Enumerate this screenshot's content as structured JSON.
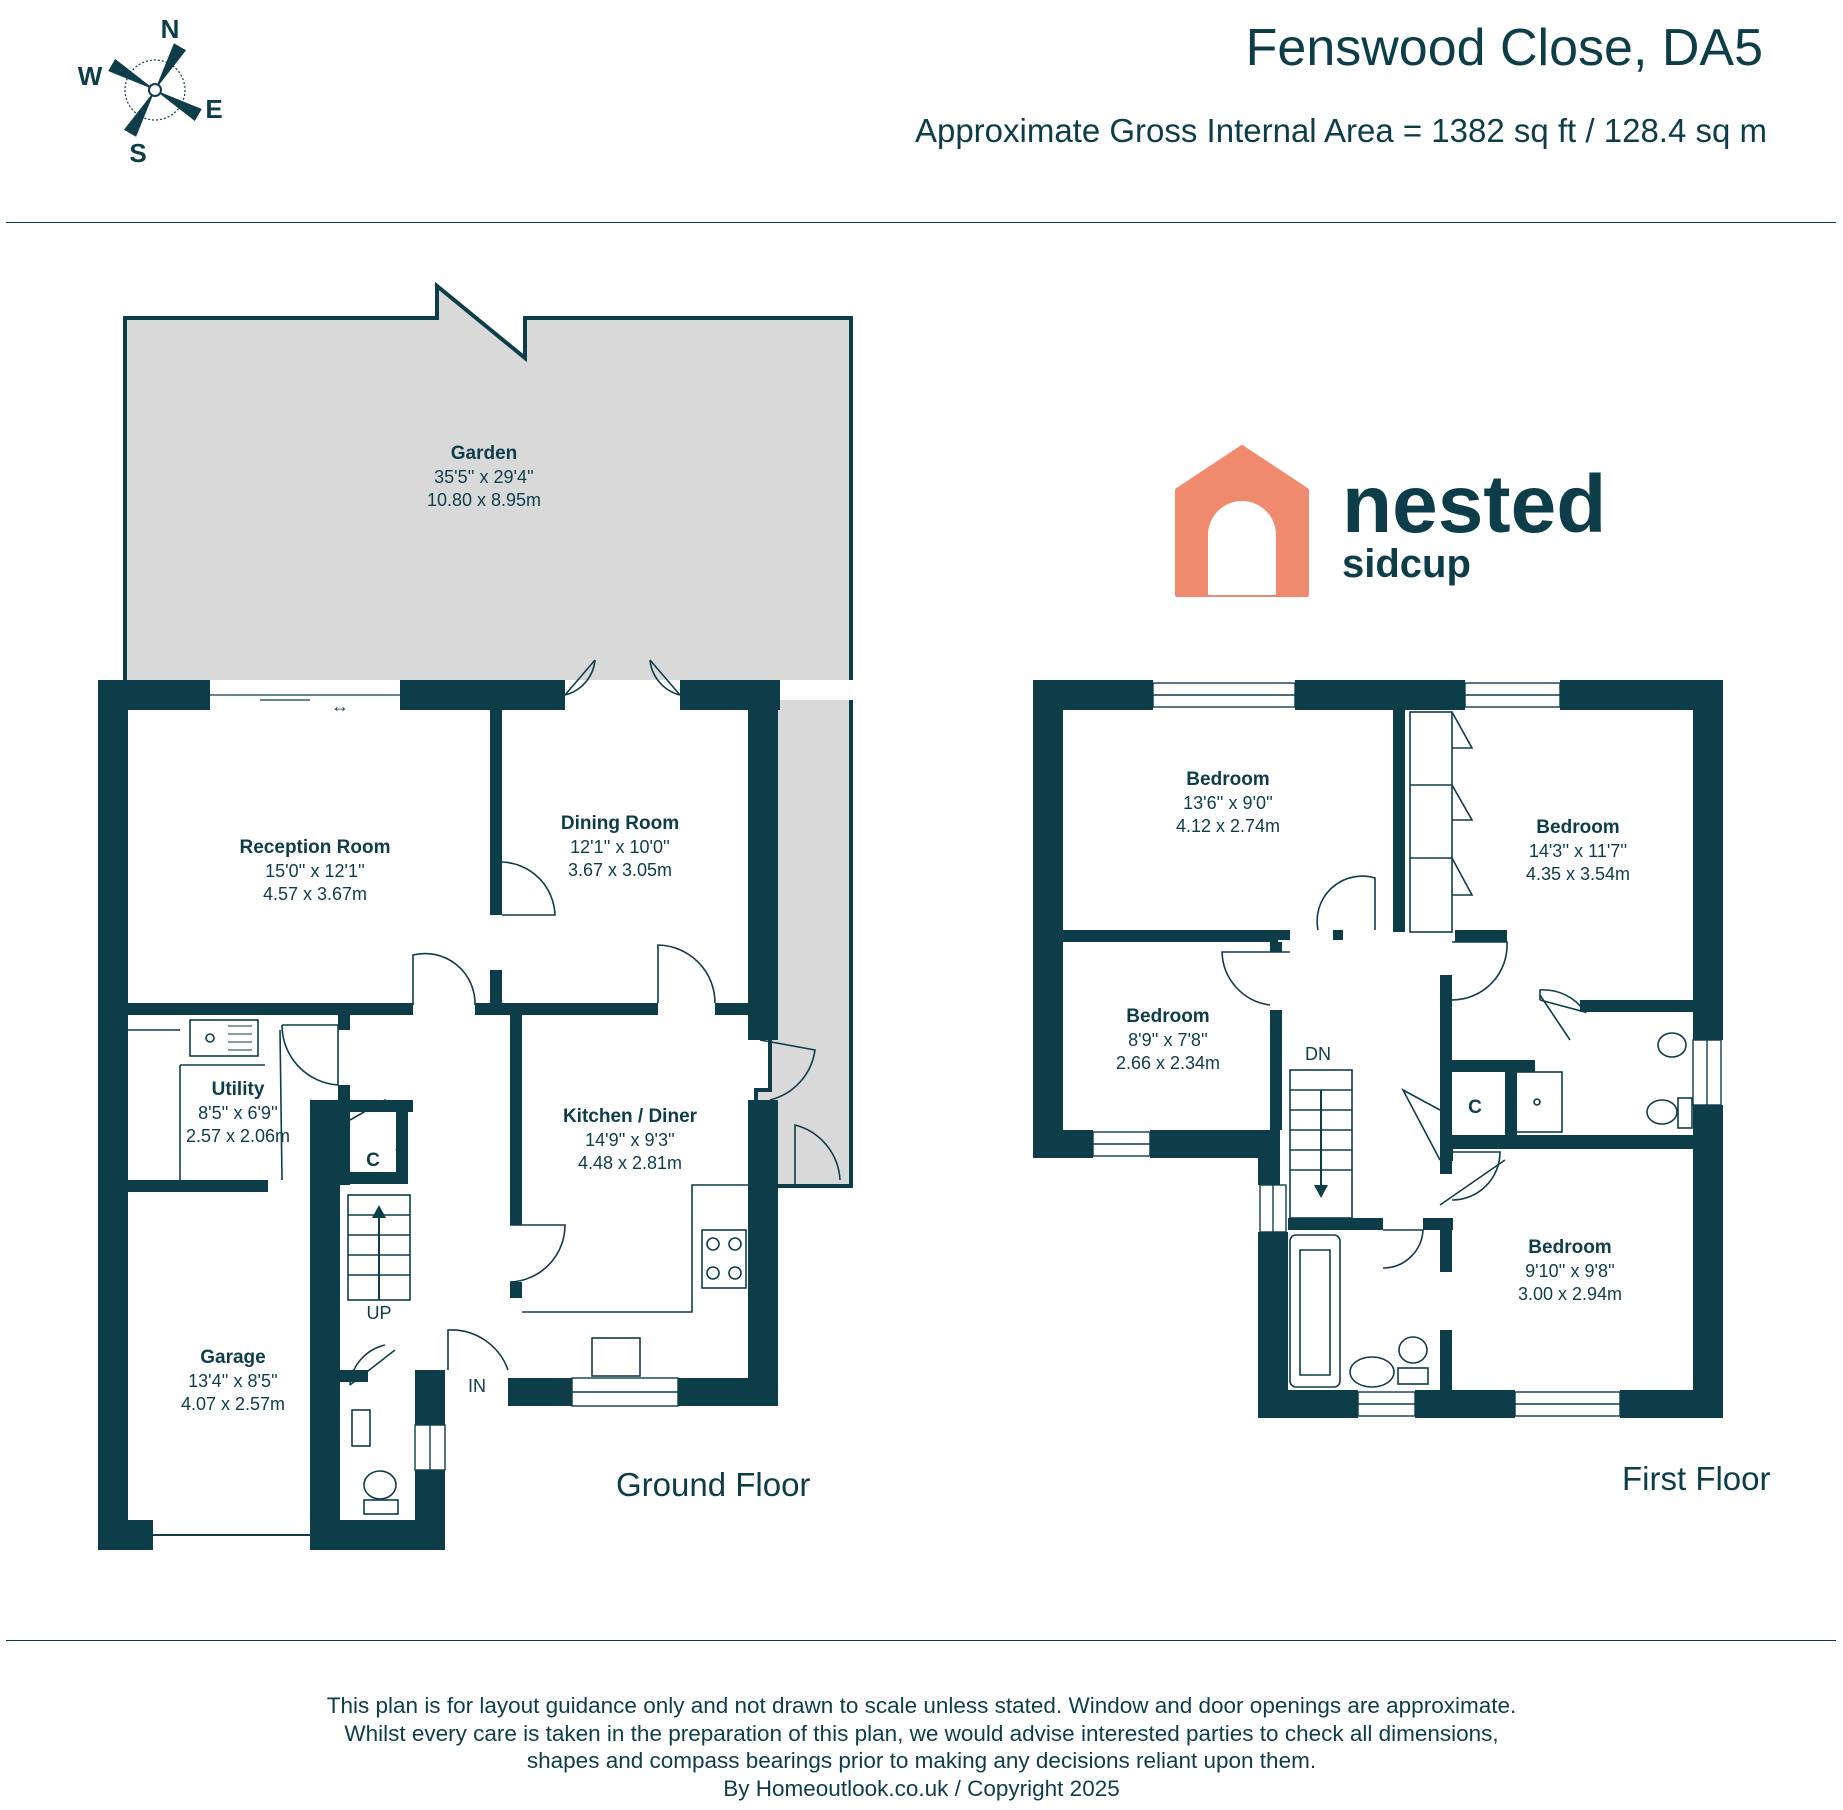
{
  "header": {
    "title": "Fenswood Close, DA5",
    "area": "Approximate Gross Internal Area = 1382 sq ft / 128.4 sq m"
  },
  "compass": {
    "n": "N",
    "s": "S",
    "e": "E",
    "w": "W"
  },
  "logo": {
    "brand": "nested",
    "sub": "sidcup",
    "color": "#f08a6e"
  },
  "colors": {
    "wall": "#0e3d4a",
    "garden": "#d9d9d9"
  },
  "ground_floor": {
    "label": "Ground Floor",
    "rooms": {
      "garden": {
        "name": "Garden",
        "imperial": "35'5'' x 29'4''",
        "metric": "10.80 x 8.95m"
      },
      "reception": {
        "name": "Reception Room",
        "imperial": "15'0'' x 12'1''",
        "metric": "4.57 x 3.67m"
      },
      "dining": {
        "name": "Dining Room",
        "imperial": "12'1'' x 10'0''",
        "metric": "3.67 x 3.05m"
      },
      "utility": {
        "name": "Utility",
        "imperial": "8'5'' x 6'9''",
        "metric": "2.57 x 2.06m"
      },
      "kitchen": {
        "name": "Kitchen / Diner",
        "imperial": "14'9'' x 9'3''",
        "metric": "4.48 x 2.81m"
      },
      "garage": {
        "name": "Garage",
        "imperial": "13'4'' x 8'5''",
        "metric": "4.07 x 2.57m"
      }
    },
    "marks": {
      "cupboard": "C",
      "up": "UP",
      "in": "IN"
    }
  },
  "first_floor": {
    "label": "First Floor",
    "rooms": {
      "bed1": {
        "name": "Bedroom",
        "imperial": "13'6'' x 9'0''",
        "metric": "4.12 x 2.74m"
      },
      "bed2": {
        "name": "Bedroom",
        "imperial": "14'3'' x 11'7''",
        "metric": "4.35 x 3.54m"
      },
      "bed3": {
        "name": "Bedroom",
        "imperial": "8'9'' x 7'8''",
        "metric": "2.66 x 2.34m"
      },
      "bed4": {
        "name": "Bedroom",
        "imperial": "9'10'' x 9'8''",
        "metric": "3.00 x 2.94m"
      }
    },
    "marks": {
      "down": "DN",
      "cupboard": "C"
    }
  },
  "disclaimer": {
    "line1": "This plan is for layout guidance only and not drawn to scale unless stated. Window and door openings are approximate.",
    "line2": "Whilst every care is taken in the preparation of this plan, we would advise interested parties to check all dimensions,",
    "line3": "shapes and compass bearings prior to making any decisions reliant upon them.",
    "line4": "By Homeoutlook.co.uk / Copyright 2025"
  }
}
